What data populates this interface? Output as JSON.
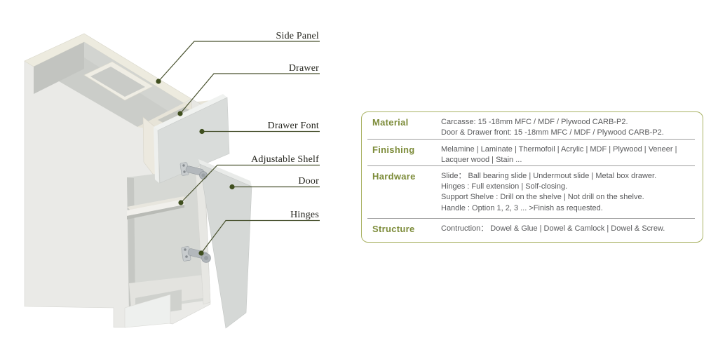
{
  "diagram": {
    "labels": [
      {
        "text": "Side Panel"
      },
      {
        "text": "Drawer"
      },
      {
        "text": "Drawer Font"
      },
      {
        "text": "Adjustable Shelf"
      },
      {
        "text": "Door"
      },
      {
        "text": "Hinges"
      }
    ],
    "leader_line_color": "#49522f",
    "leader_dot_color": "#3f4e1e"
  },
  "spec_table": {
    "rows": [
      {
        "header": "Material",
        "lines": [
          "Carcasse: 15 -18mm MFC / MDF / Plywood CARB-P2.",
          "Door & Drawer front: 15 -18mm MFC / MDF / Plywood CARB-P2."
        ]
      },
      {
        "header": "Finishing",
        "lines": [
          "Melamine | Laminate | Thermofoil | Acrylic | MDF | Plywood | Veneer |",
          "Lacquer wood | Stain ..."
        ]
      },
      {
        "header": "Hardware",
        "lines": [
          "Slide： Ball bearing slide | Undermout slide |  Metal box drawer.",
          "Hinges : Full extension | Solf-closing.",
          "Support Shelve : Drill on the shelve | Not drill on the shelve.",
          "Handle : Option 1, 2, 3 ... >Finish as requested."
        ]
      },
      {
        "header": "Structure",
        "lines": [
          "Contruction： Dowel & Glue | Dowel & Camlock |  Dowel & Screw."
        ]
      }
    ],
    "colors": {
      "border": "#a9b263",
      "header_text": "#7d8c3a",
      "body_text": "#58595b",
      "separator": "#9e9e9e"
    }
  }
}
